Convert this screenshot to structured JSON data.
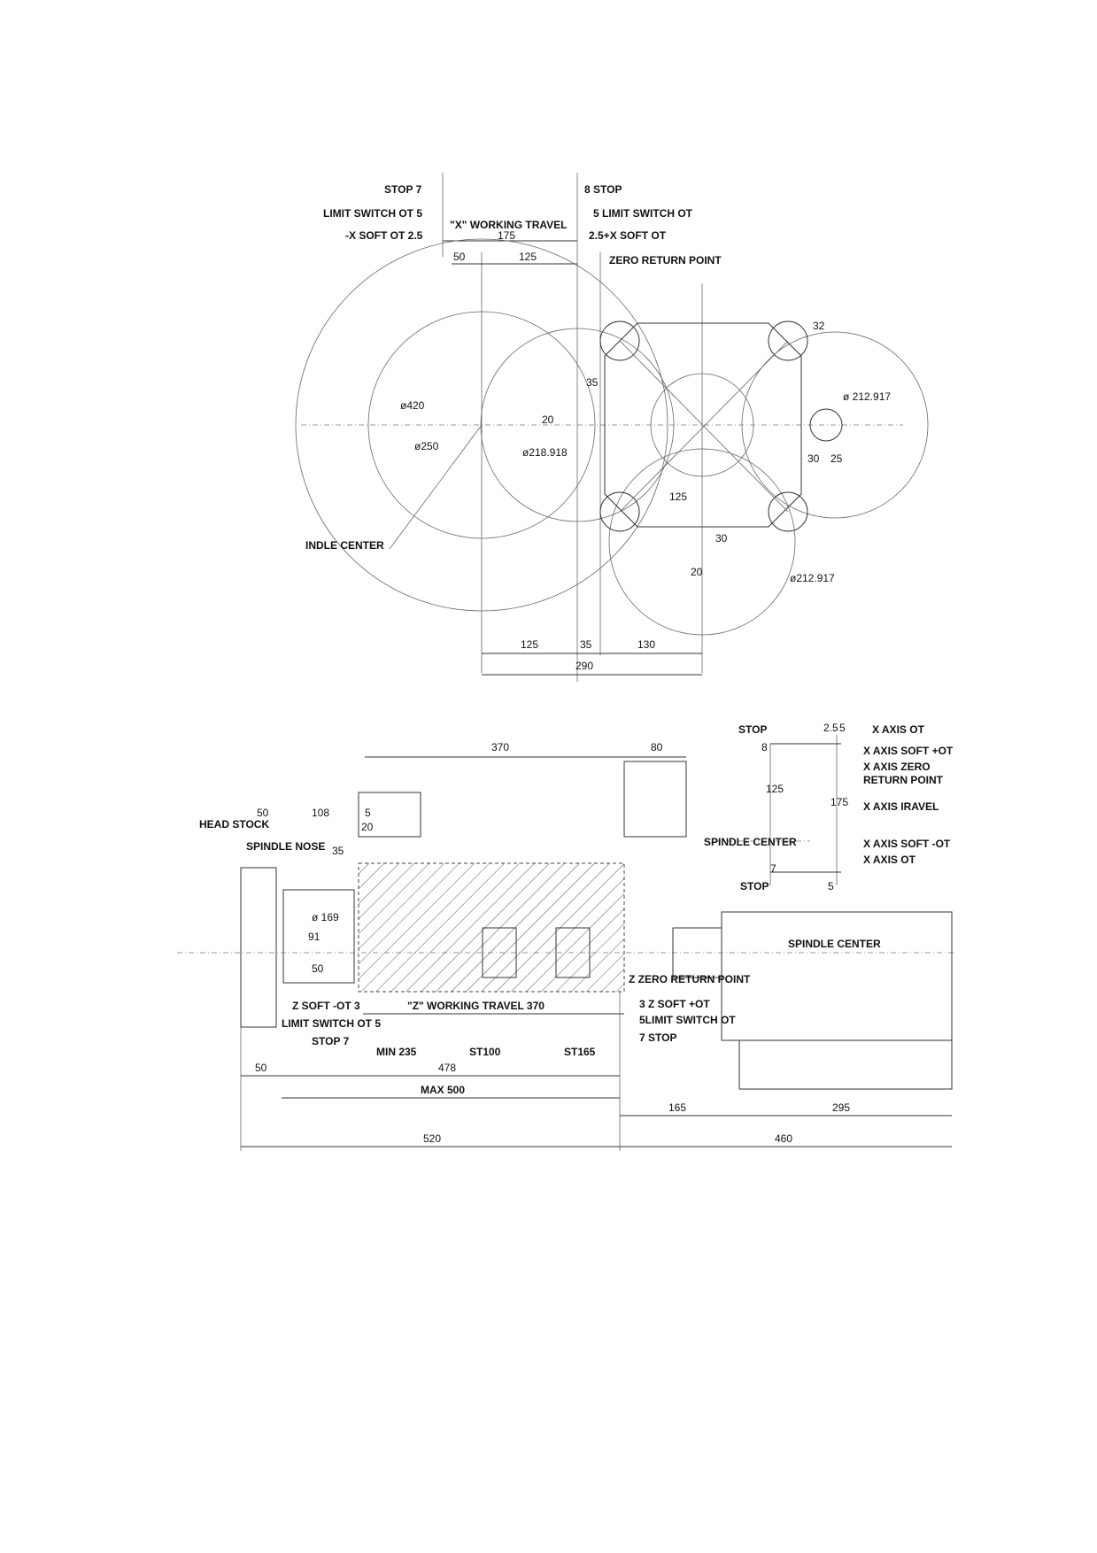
{
  "top_view": {
    "stop_left": "STOP 7",
    "stop_right": "8 STOP",
    "limit_left": "LIMIT SWITCH OT 5",
    "limit_right": "5  LIMIT SWITCH OT",
    "soft_left": "-X SOFT OT 2.5",
    "soft_right": "2.5+X SOFT OT",
    "working_travel": "\"X\" WORKING TRAVEL",
    "travel_175": "175",
    "dim_50": "50",
    "dim_125_top": "125",
    "zero_return": "ZERO RETURN POINT",
    "dia_420": "ø420",
    "dia_250": "ø250",
    "dia_218": "ø218.918",
    "dia_212a": "ø 212.917",
    "dia_212b": "ø212.917",
    "dim_35": "35",
    "dim_20": "20",
    "dim_32": "32",
    "dim_30": "30",
    "dim_25": "25",
    "dim_125_mid": "125",
    "dim_30_b": "30",
    "dim_20_b": "20",
    "spindle_center": "INDLE CENTER",
    "bot_125": "125",
    "bot_35": "35",
    "bot_130": "130",
    "bot_290": "290"
  },
  "side_view": {
    "dim_370_top": "370",
    "dim_80": "80",
    "head_stock": "HEAD\nSTOCK",
    "dim_50_a": "50",
    "dim_108": "108",
    "dim_5": "5",
    "dim_20": "20",
    "dim_35": "35",
    "spindle_nose": "SPINDLE\nNOSE",
    "dia_169": "ø 169",
    "dim_91": "91",
    "dim_50_b": "50",
    "z_zero_return": "Z ZERO RETURN POINT",
    "z_soft_minus": "Z SOFT -OT 3",
    "z_working_travel": "\"Z\" WORKING TRAVEL 370",
    "z_soft_plus": "3 Z SOFT +OT",
    "limit_switch_left": "LIMIT SWITCH OT 5",
    "limit_switch_right": "5LIMIT SWITCH OT",
    "stop_left": "STOP 7",
    "stop_right": "7 STOP",
    "min_235": "MIN 235",
    "st100": "ST100",
    "st165": "ST165",
    "dim_50_c": "50",
    "dim_478": "478",
    "max_500": "MAX 500",
    "dim_520": "520",
    "dim_165": "165",
    "dim_295": "295",
    "dim_460": "460",
    "spindle_center": "SPINDLE CENTER"
  },
  "x_detail": {
    "stop_top": "STOP",
    "dim_8": "8",
    "dim_25": "2.5",
    "dim_5_top": "5",
    "x_axis_ot_top": "X AXIS OT",
    "x_axis_soft_plus": "X AXIS SOFT +OT",
    "x_axis_zero": "X AXIS ZERO",
    "return_point": "RETURN POINT",
    "dim_125": "125",
    "dim_175": "175",
    "x_axis_travel": "X AXIS IRAVEL",
    "spindle_center": "SPINDLE CENTER",
    "x_axis_soft_minus": "X AXIS SOFT -OT",
    "x_axis_ot_bottom": "X AXIS OT",
    "dim_7": "7",
    "dim_5_bottom": "5",
    "stop_bottom": "STOP"
  }
}
